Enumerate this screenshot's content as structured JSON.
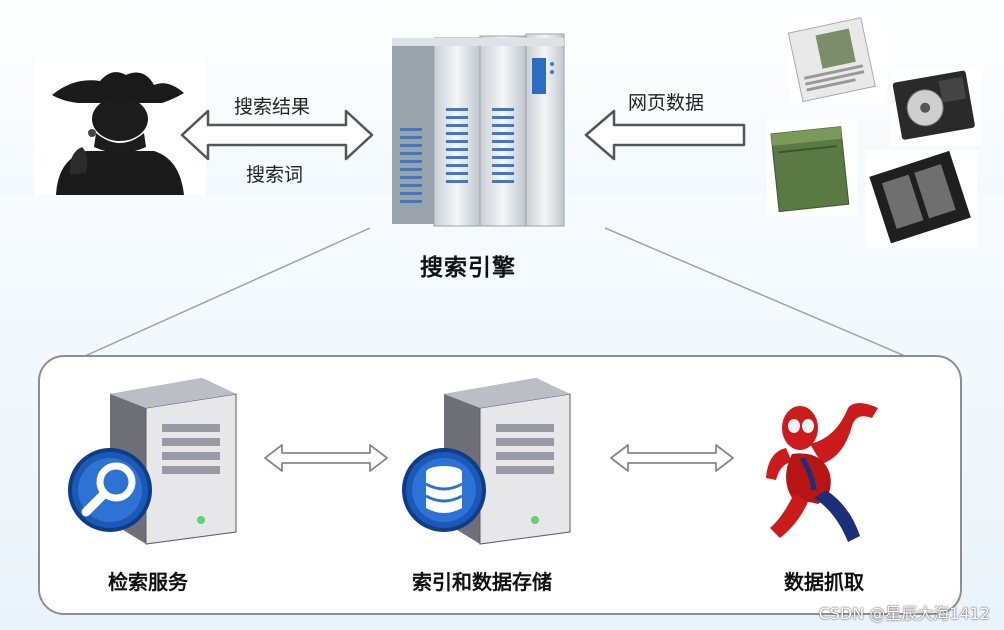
{
  "top": {
    "user_to_engine": {
      "upper_label": "搜索结果",
      "lower_label": "搜索词"
    },
    "webpage_arrow_label": "网页数据",
    "engine_label": "搜索引擎"
  },
  "bottom": {
    "components": [
      {
        "label": "检索服务"
      },
      {
        "label": "索引和数据存储"
      },
      {
        "label": "数据抓取"
      }
    ]
  },
  "watermark": "CSDN @星辰大海1412",
  "colors": {
    "arrow_fill": "#ffffff",
    "arrow_stroke": "#555555",
    "server_blue": "#1e63c7",
    "spider_red": "#cc1b1b"
  }
}
